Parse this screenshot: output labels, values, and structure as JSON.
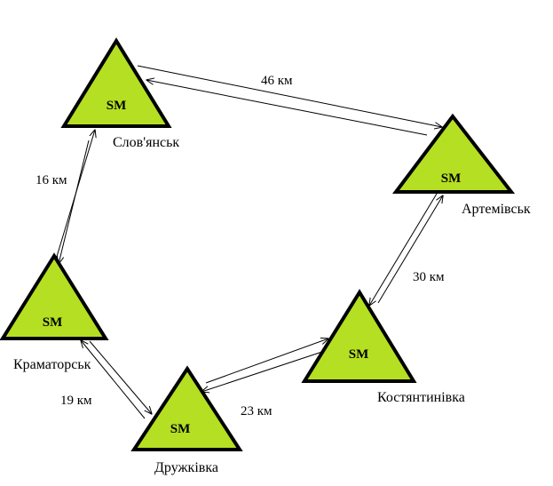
{
  "colors": {
    "node_fill": "#b5df22",
    "node_stroke": "#000000",
    "edge": "#000000",
    "background": "#ffffff"
  },
  "nodes": [
    {
      "id": "sloviansk",
      "badge": "SM",
      "name": "Слов'янськ"
    },
    {
      "id": "artemivsk",
      "badge": "SM",
      "name": "Артемівськ"
    },
    {
      "id": "kostiantynivka",
      "badge": "SM",
      "name": "Костянтинівка"
    },
    {
      "id": "druzhkivka",
      "badge": "SM",
      "name": "Дружківка"
    },
    {
      "id": "kramatorsk",
      "badge": "SM",
      "name": "Краматорськ"
    }
  ],
  "links": [
    {
      "id": "sloviansk-artemivsk",
      "from": "sloviansk",
      "to": "artemivsk",
      "distance": "46 км"
    },
    {
      "id": "artemivsk-kostiantynivka",
      "from": "artemivsk",
      "to": "kostiantynivka",
      "distance": "30 км"
    },
    {
      "id": "kostiantynivka-druzhkivka",
      "from": "kostiantynivka",
      "to": "druzhkivka",
      "distance": "23 км"
    },
    {
      "id": "druzhkivka-kramatorsk",
      "from": "druzhkivka",
      "to": "kramatorsk",
      "distance": "19 км"
    },
    {
      "id": "kramatorsk-sloviansk",
      "from": "kramatorsk",
      "to": "sloviansk",
      "distance": "16 км"
    }
  ]
}
